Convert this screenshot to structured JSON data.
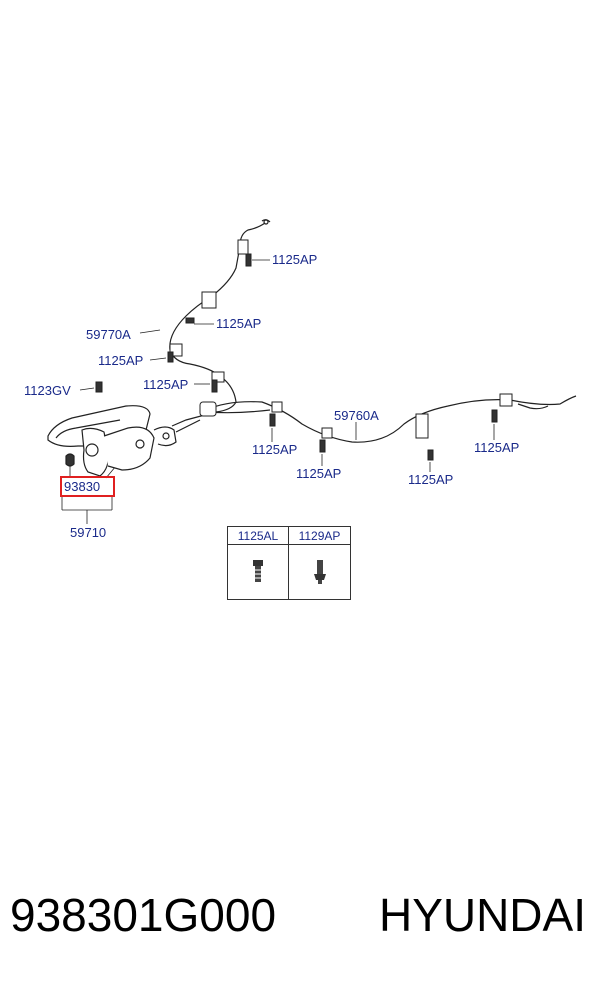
{
  "labels": {
    "p_1125ap_a": "1125AP",
    "p_1125ap_b": "1125AP",
    "p_59770a": "59770A",
    "p_1125ap_c": "1125AP",
    "p_1125ap_d": "1125AP",
    "p_1123gv": "1123GV",
    "p_59760a": "59760A",
    "p_1125ap_e": "1125AP",
    "p_1125ap_f": "1125AP",
    "p_1125ap_g": "1125AP",
    "p_1125ap_h": "1125AP",
    "p_93830": "93830",
    "p_59710": "59710"
  },
  "fastener_table": {
    "col1": "1125AL",
    "col2": "1129AP"
  },
  "footer": {
    "part_number": "938301G000",
    "brand": "HYUNDAI"
  },
  "colors": {
    "label_text": "#1a2a8a",
    "highlight_box": "#e02020"
  }
}
